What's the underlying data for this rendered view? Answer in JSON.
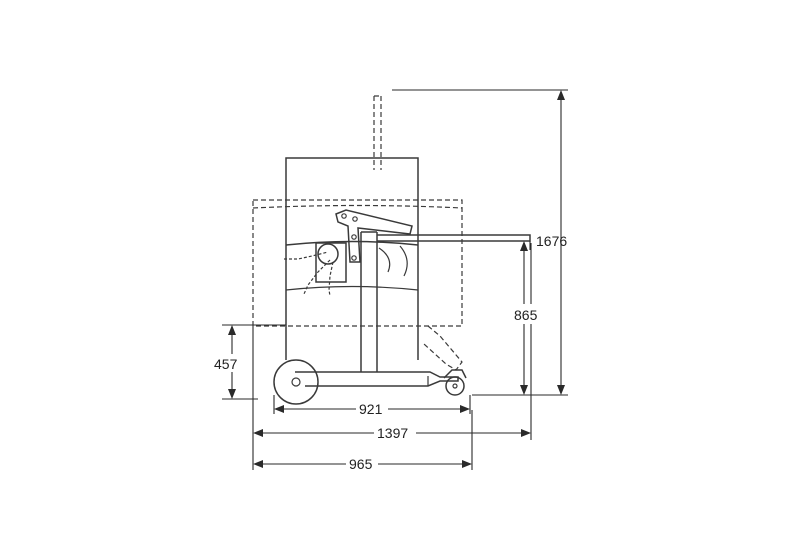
{
  "diagram": {
    "dimensions": {
      "overall_height": "1676",
      "arm_height": "865",
      "base_height": "457",
      "wheelbase": "921",
      "overall_length": "1397",
      "base_length": "965"
    },
    "colors": {
      "line": "#3a3a3a",
      "background": "#ffffff"
    }
  }
}
